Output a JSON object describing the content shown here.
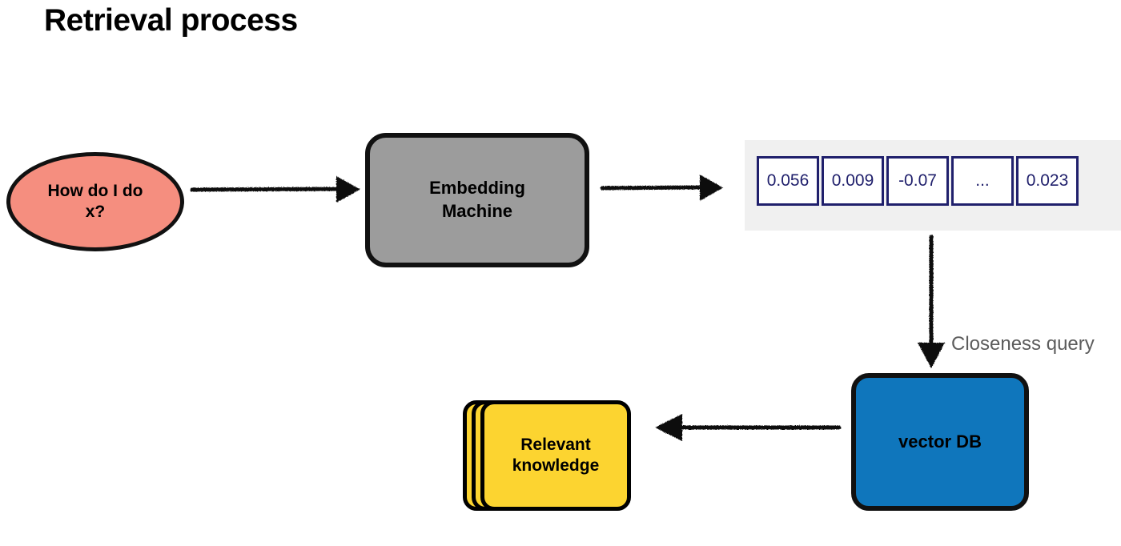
{
  "page": {
    "title": "Retrieval process",
    "background": "#FFFFFF"
  },
  "nodes": {
    "query": {
      "label": "How do I do\nx?",
      "shape": "ellipse",
      "fill": "#F58E7F",
      "stroke": "#111111"
    },
    "embedding_machine": {
      "label": "Embedding\nMachine",
      "shape": "rounded-rect",
      "fill": "#9C9C9C",
      "stroke": "#111111"
    },
    "vector_db": {
      "label": "vector DB",
      "shape": "rounded-rect",
      "fill": "#0F76BC",
      "stroke": "#111111"
    },
    "relevant_knowledge": {
      "label": "Relevant\nknowledge",
      "shape": "stacked-cards",
      "fill": "#FCD430",
      "stroke": "#000000",
      "card_count": 3
    }
  },
  "vector": {
    "panel_fill": "#F0F0F0",
    "cell_stroke": "#20206C",
    "cell_text_color": "#20206C",
    "cells": [
      "0.056",
      "0.009",
      "-0.07",
      "...",
      "0.023"
    ]
  },
  "edges": {
    "query_to_embedding": {
      "label": "",
      "direction": "right"
    },
    "embedding_to_vector": {
      "label": "",
      "direction": "right"
    },
    "vector_to_db": {
      "label": "Closeness query",
      "direction": "down"
    },
    "db_to_knowledge": {
      "label": "",
      "direction": "left"
    }
  },
  "labels": {
    "closeness_query": "Closeness query",
    "closeness_query_color": "#5C5C5C"
  }
}
